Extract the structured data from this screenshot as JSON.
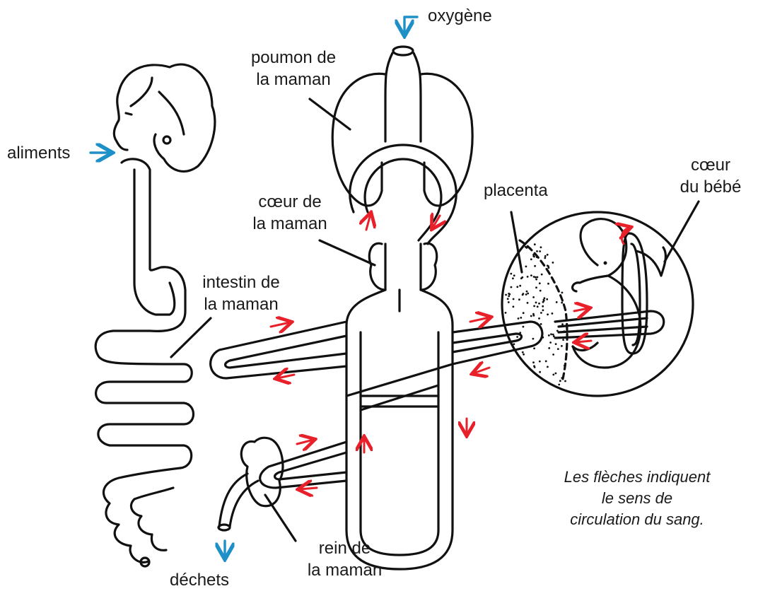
{
  "labels": {
    "oxygene": "oxygène",
    "poumon": [
      "poumon de",
      "la maman"
    ],
    "aliments": "aliments",
    "coeur_maman": [
      "cœur de",
      "la maman"
    ],
    "placenta": "placenta",
    "coeur_bebe": [
      "cœur",
      "du bébé"
    ],
    "intestin": [
      "intestin de",
      "la maman"
    ],
    "rein": [
      "rein de",
      "la maman"
    ],
    "dechets": "déchets"
  },
  "note": [
    "Les flèches indiquent",
    "le sens de",
    "circulation du sang."
  ],
  "colors": {
    "flow_arrow": "#e8202a",
    "io_arrow": "#1e90c8",
    "ink": "#111111"
  }
}
